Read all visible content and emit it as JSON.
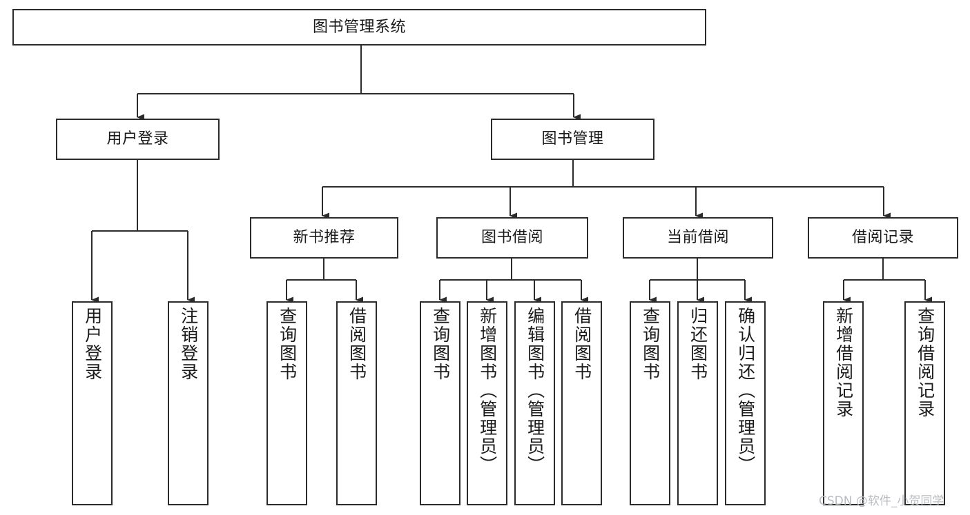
{
  "diagram": {
    "title": "图书管理系统",
    "type": "tree",
    "watermark": "CSDN @软件_小贺同学",
    "colors": {
      "node_border": "#2b2b2b",
      "node_fill": "#ffffff",
      "edge": "#2b2b2b",
      "text": "#1a1a1a",
      "watermark": "#b9bcc2",
      "background": "#ffffff"
    },
    "nodes": {
      "root": {
        "label": "图书管理系统"
      },
      "level2": [
        {
          "id": "user-login",
          "label": "用户登录"
        },
        {
          "id": "book-manage",
          "label": "图书管理"
        }
      ],
      "level3": [
        {
          "id": "new-book-recommend",
          "label": "新书推荐"
        },
        {
          "id": "book-borrow",
          "label": "图书借阅"
        },
        {
          "id": "current-borrow",
          "label": "当前借阅"
        },
        {
          "id": "borrow-record",
          "label": "借阅记录"
        }
      ],
      "leaves": {
        "user-login": [
          {
            "id": "leaf-user-login",
            "label": "用户登录"
          },
          {
            "id": "leaf-logout-login",
            "label": "注销登录"
          }
        ],
        "new-book-recommend": [
          {
            "id": "leaf-query-book-1",
            "label": "查询图书"
          },
          {
            "id": "leaf-borrow-book-1",
            "label": "借阅图书"
          }
        ],
        "book-borrow": [
          {
            "id": "leaf-query-book-2",
            "label": "查询图书"
          },
          {
            "id": "leaf-add-book",
            "label": "新增图书（管理员）"
          },
          {
            "id": "leaf-edit-book",
            "label": "编辑图书（管理员）"
          },
          {
            "id": "leaf-borrow-book-2",
            "label": "借阅图书"
          }
        ],
        "current-borrow": [
          {
            "id": "leaf-query-book-3",
            "label": "查询图书"
          },
          {
            "id": "leaf-return-book",
            "label": "归还图书"
          },
          {
            "id": "leaf-confirm-return",
            "label": "确认归还（管理员）"
          }
        ],
        "borrow-record": [
          {
            "id": "leaf-add-record",
            "label": "新增借阅记录"
          },
          {
            "id": "leaf-query-record",
            "label": "查询借阅记录"
          }
        ]
      }
    }
  }
}
